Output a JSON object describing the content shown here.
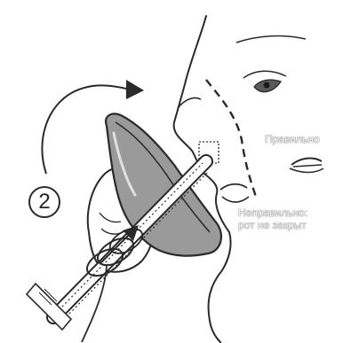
{
  "step": {
    "number": "2"
  },
  "labels": {
    "correct": "Правильно",
    "incorrect_line1": "Неправильно:",
    "incorrect_line2": "рот не закрыт"
  },
  "colors": {
    "ink": "#2a2a2a",
    "mask_fill": "#9a9a9a",
    "label_text": "#f4f4f4"
  }
}
